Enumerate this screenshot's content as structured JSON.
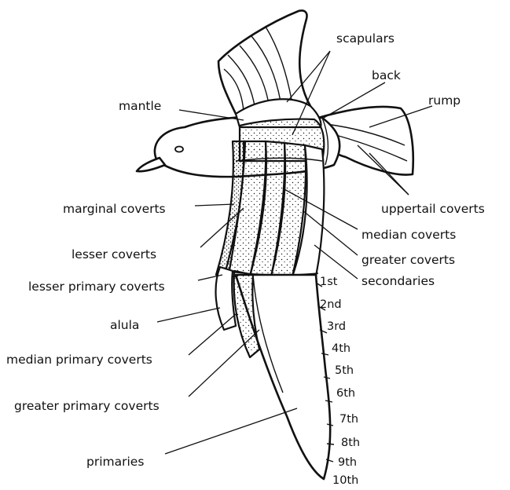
{
  "labels": {
    "scapulars": "scapulars",
    "back": "back",
    "rump": "rump",
    "mantle": "mantle",
    "marginal_coverts": "marginal coverts",
    "uppertail_coverts": "uppertail coverts",
    "median_coverts": "median coverts",
    "lesser_coverts": "lesser coverts",
    "greater_coverts": "greater coverts",
    "lesser_primary_coverts": "lesser primary coverts",
    "secondaries": "secondaries",
    "alula": "alula",
    "median_primary_coverts": "median primary coverts",
    "greater_primary_coverts": "greater primary coverts",
    "primaries": "primaries"
  },
  "primary_numbers": [
    "1st",
    "2nd",
    "3rd",
    "4th",
    "5th",
    "6th",
    "7th",
    "8th",
    "9th",
    "10th"
  ]
}
